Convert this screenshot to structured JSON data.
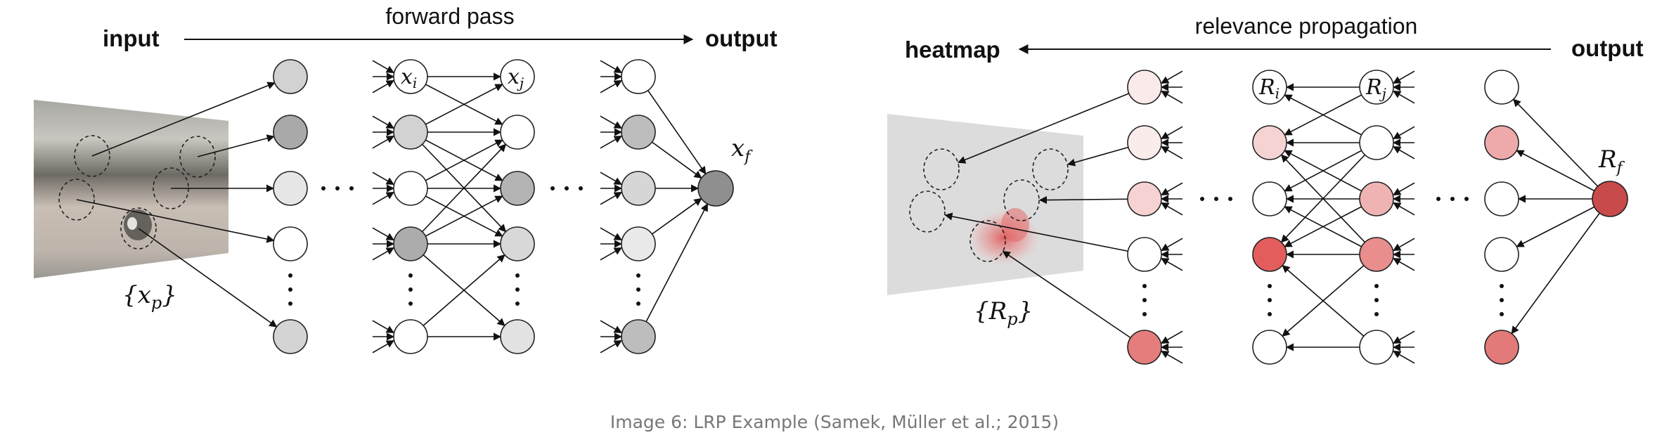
{
  "forward": {
    "input_label": "input",
    "pass_label": "forward pass",
    "output_label": "output",
    "node_xi": "x",
    "node_xi_sub": "i",
    "node_xj": "x",
    "node_xj_sub": "j",
    "node_xf": "x",
    "node_xf_sub": "f",
    "pixels": "{x",
    "pixels_sub": "p",
    "pixels_close": "}",
    "column_fills": [
      [
        "#d2d2d2",
        "#a9a9a9",
        "#e6e6e6",
        "#ffffff",
        "#d4d4d4"
      ],
      [
        "#ffffff",
        "#d2d2d2",
        "#ffffff",
        "#acacac",
        "#ffffff"
      ],
      [
        "#ffffff",
        "#ffffff",
        "#b4b4b4",
        "#d8d8d8",
        "#e2e2e2"
      ],
      [
        "#ffffff",
        "#bdbdbd",
        "#d6d6d6",
        "#e9e9e9",
        "#bdbdbd"
      ]
    ],
    "output_fill": "#8f8f8f"
  },
  "backward": {
    "heatmap_label": "heatmap",
    "pass_label": "relevance propagation",
    "output_label": "output",
    "node_ri": "R",
    "node_ri_sub": "i",
    "node_rj": "R",
    "node_rj_sub": "j",
    "node_rf": "R",
    "node_rf_sub": "f",
    "pixels": "{R",
    "pixels_sub": "p",
    "pixels_close": "}",
    "column_fills": [
      [
        "#fbeaea",
        "#fbecec",
        "#f6d2d2",
        "#ffffff",
        "#e57d7d"
      ],
      [
        "#ffffff",
        "#f6d3d3",
        "#ffffff",
        "#e35d5d",
        "#ffffff"
      ],
      [
        "#ffffff",
        "#ffffff",
        "#efb3b3",
        "#e98d8d",
        "#ffffff"
      ],
      [
        "#ffffff",
        "#eeaaaa",
        "#ffffff",
        "#ffffff",
        "#e27a7a"
      ]
    ],
    "output_fill": "#c94a4a"
  },
  "caption": "Image 6: LRP Example (Samek, Müller et al.; 2015)"
}
